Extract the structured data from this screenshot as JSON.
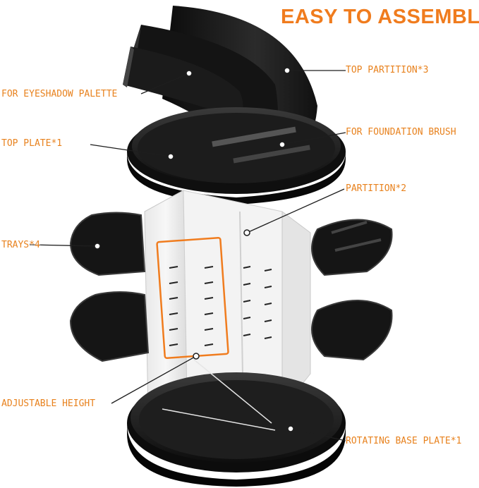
{
  "title": "EASY TO ASSEMBLE",
  "accent_color": "#F07C1E",
  "labels": {
    "top_partition": "TOP PARTITION*3",
    "eyeshadow": "FOR EYESHADOW PALETTE",
    "foundation_brush": "FOR FOUNDATION BRUSH",
    "top_plate": "TOP PLATE*1",
    "partition": "PARTITION*2",
    "trays": "TRAYS*4",
    "adjustable_height": "ADJUSTABLE HEIGHT",
    "rotating_base": "ROTATING BASE PLATE*1"
  }
}
